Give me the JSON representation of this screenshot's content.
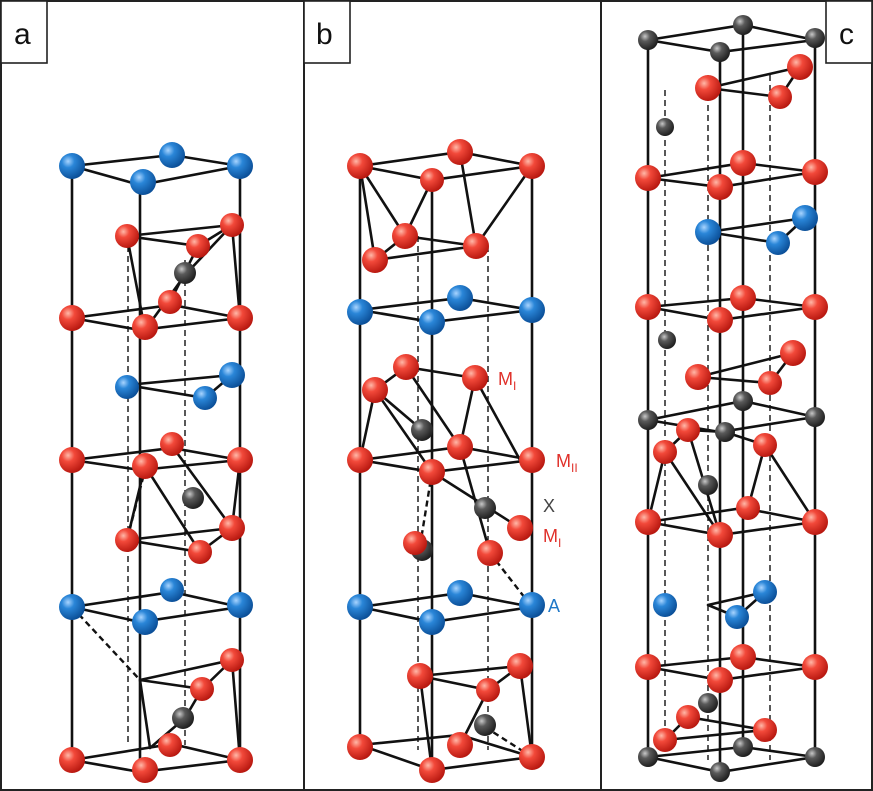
{
  "panels": [
    {
      "id": "a",
      "label": "a"
    },
    {
      "id": "b",
      "label": "b"
    },
    {
      "id": "c",
      "label": "c"
    }
  ],
  "site_labels": {
    "MI_top": {
      "main": "M",
      "sub": "I",
      "color": "#e0302a"
    },
    "MII": {
      "main": "M",
      "sub": "II",
      "color": "#e0302a"
    },
    "X": {
      "main": "X",
      "sub": "",
      "color": "#444444"
    },
    "MI_bottom": {
      "main": "M",
      "sub": "I",
      "color": "#e0302a"
    },
    "A": {
      "main": "A",
      "sub": "",
      "color": "#1f78c8"
    }
  },
  "atom_colors": {
    "M": "#e8352b",
    "A": "#1a75c9",
    "X": "#4a4a4a"
  }
}
